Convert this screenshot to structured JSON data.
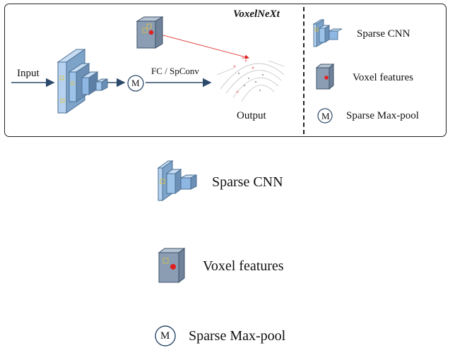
{
  "diagram": {
    "title": "VoxelNeXt",
    "input_label": "Input",
    "op_label": "FC / SpConv",
    "output_label": "Output",
    "maxpool_symbol": "M"
  },
  "legend": {
    "sparse_cnn": "Sparse CNN",
    "voxel_features": "Voxel features",
    "sparse_maxpool": "Sparse Max-pool"
  },
  "colors": {
    "cube_fill": "#9ec3ea",
    "cube_stroke": "#4a6f93",
    "voxel_fill": "#8a9db3",
    "arrow": "#2c4a6b",
    "highlight_red": "#e02020"
  }
}
